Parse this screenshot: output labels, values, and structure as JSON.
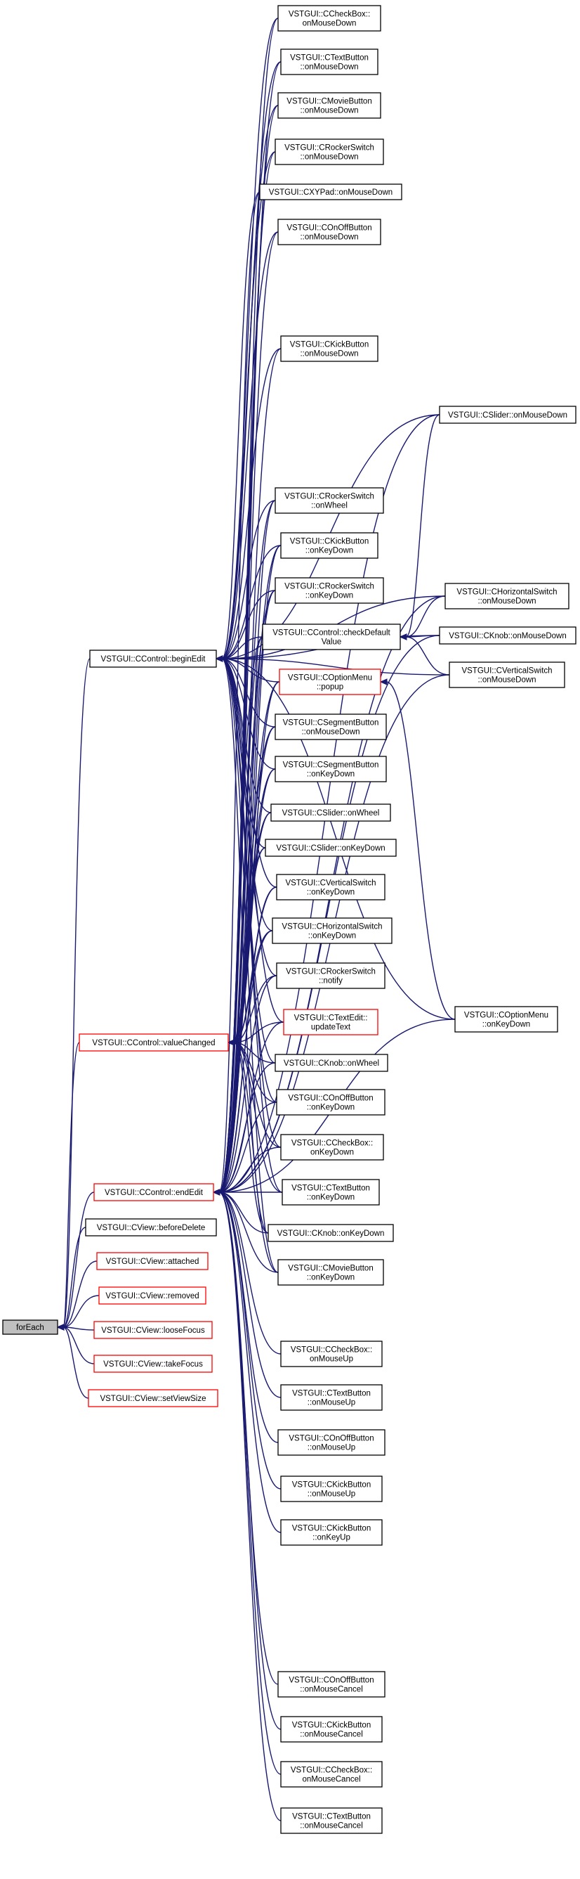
{
  "diagram": {
    "type": "call-graph",
    "edge_color": "#191970",
    "border_colors": {
      "normal": "#000000",
      "undocumented": "#ff0000"
    },
    "root_fill": "#bfbfbf",
    "nodes": [
      {
        "id": "forEach",
        "lines": [
          "forEach"
        ],
        "style": "root"
      },
      {
        "id": "beginEdit",
        "lines": [
          "VSTGUI::CControl::beginEdit"
        ],
        "style": "normal"
      },
      {
        "id": "valueChanged",
        "lines": [
          "VSTGUI::CControl::valueChanged"
        ],
        "style": "red"
      },
      {
        "id": "endEdit",
        "lines": [
          "VSTGUI::CControl::endEdit"
        ],
        "style": "red"
      },
      {
        "id": "beforeDelete",
        "lines": [
          "VSTGUI::CView::beforeDelete"
        ],
        "style": "normal"
      },
      {
        "id": "attached",
        "lines": [
          "VSTGUI::CView::attached"
        ],
        "style": "red"
      },
      {
        "id": "removed",
        "lines": [
          "VSTGUI::CView::removed"
        ],
        "style": "red"
      },
      {
        "id": "looseFocus",
        "lines": [
          "VSTGUI::CView::looseFocus"
        ],
        "style": "red"
      },
      {
        "id": "takeFocus",
        "lines": [
          "VSTGUI::CView::takeFocus"
        ],
        "style": "red"
      },
      {
        "id": "setViewSize",
        "lines": [
          "VSTGUI::CView::setViewSize"
        ],
        "style": "red"
      },
      {
        "id": "cbMD",
        "lines": [
          "VSTGUI::CCheckBox::",
          "onMouseDown"
        ],
        "style": "normal"
      },
      {
        "id": "tbMD",
        "lines": [
          "VSTGUI::CTextButton",
          "::onMouseDown"
        ],
        "style": "normal"
      },
      {
        "id": "mbMD",
        "lines": [
          "VSTGUI::CMovieButton",
          "::onMouseDown"
        ],
        "style": "normal"
      },
      {
        "id": "rsMD",
        "lines": [
          "VSTGUI::CRockerSwitch",
          "::onMouseDown"
        ],
        "style": "normal"
      },
      {
        "id": "xyMD",
        "lines": [
          "VSTGUI::CXYPad::onMouseDown"
        ],
        "style": "normal"
      },
      {
        "id": "ooMD",
        "lines": [
          "VSTGUI::COnOffButton",
          "::onMouseDown"
        ],
        "style": "normal"
      },
      {
        "id": "kbMD",
        "lines": [
          "VSTGUI::CKickButton",
          "::onMouseDown"
        ],
        "style": "normal"
      },
      {
        "id": "slMD",
        "lines": [
          "VSTGUI::CSlider::onMouseDown"
        ],
        "style": "normal"
      },
      {
        "id": "rsWh",
        "lines": [
          "VSTGUI::CRockerSwitch",
          "::onWheel"
        ],
        "style": "normal"
      },
      {
        "id": "kbKD",
        "lines": [
          "VSTGUI::CKickButton",
          "::onKeyDown"
        ],
        "style": "normal"
      },
      {
        "id": "rsKD",
        "lines": [
          "VSTGUI::CRockerSwitch",
          "::onKeyDown"
        ],
        "style": "normal"
      },
      {
        "id": "hsMD",
        "lines": [
          "VSTGUI::CHorizontalSwitch",
          "::onMouseDown"
        ],
        "style": "normal"
      },
      {
        "id": "checkDefault",
        "lines": [
          "VSTGUI::CControl::checkDefault",
          "Value"
        ],
        "style": "normal"
      },
      {
        "id": "knMD",
        "lines": [
          "VSTGUI::CKnob::onMouseDown"
        ],
        "style": "normal"
      },
      {
        "id": "omPopup",
        "lines": [
          "VSTGUI::COptionMenu",
          "::popup"
        ],
        "style": "red"
      },
      {
        "id": "vsMD",
        "lines": [
          "VSTGUI::CVerticalSwitch",
          "::onMouseDown"
        ],
        "style": "normal"
      },
      {
        "id": "sgMD",
        "lines": [
          "VSTGUI::CSegmentButton",
          "::onMouseDown"
        ],
        "style": "normal"
      },
      {
        "id": "sgKD",
        "lines": [
          "VSTGUI::CSegmentButton",
          "::onKeyDown"
        ],
        "style": "normal"
      },
      {
        "id": "slWh",
        "lines": [
          "VSTGUI::CSlider::onWheel"
        ],
        "style": "normal"
      },
      {
        "id": "slKD",
        "lines": [
          "VSTGUI::CSlider::onKeyDown"
        ],
        "style": "normal"
      },
      {
        "id": "vsKD",
        "lines": [
          "VSTGUI::CVerticalSwitch",
          "::onKeyDown"
        ],
        "style": "normal"
      },
      {
        "id": "hsKD",
        "lines": [
          "VSTGUI::CHorizontalSwitch",
          "::onKeyDown"
        ],
        "style": "normal"
      },
      {
        "id": "rsNotify",
        "lines": [
          "VSTGUI::CRockerSwitch",
          "::notify"
        ],
        "style": "normal"
      },
      {
        "id": "teUpdate",
        "lines": [
          "VSTGUI::CTextEdit::",
          "updateText"
        ],
        "style": "red"
      },
      {
        "id": "omKD",
        "lines": [
          "VSTGUI::COptionMenu",
          "::onKeyDown"
        ],
        "style": "normal"
      },
      {
        "id": "knWh",
        "lines": [
          "VSTGUI::CKnob::onWheel"
        ],
        "style": "normal"
      },
      {
        "id": "ooKD",
        "lines": [
          "VSTGUI::COnOffButton",
          "::onKeyDown"
        ],
        "style": "normal"
      },
      {
        "id": "cbKD",
        "lines": [
          "VSTGUI::CCheckBox::",
          "onKeyDown"
        ],
        "style": "normal"
      },
      {
        "id": "tbKD",
        "lines": [
          "VSTGUI::CTextButton",
          "::onKeyDown"
        ],
        "style": "normal"
      },
      {
        "id": "knKD",
        "lines": [
          "VSTGUI::CKnob::onKeyDown"
        ],
        "style": "normal"
      },
      {
        "id": "mbKD",
        "lines": [
          "VSTGUI::CMovieButton",
          "::onKeyDown"
        ],
        "style": "normal"
      },
      {
        "id": "cbMU",
        "lines": [
          "VSTGUI::CCheckBox::",
          "onMouseUp"
        ],
        "style": "normal"
      },
      {
        "id": "tbMU",
        "lines": [
          "VSTGUI::CTextButton",
          "::onMouseUp"
        ],
        "style": "normal"
      },
      {
        "id": "ooMU",
        "lines": [
          "VSTGUI::COnOffButton",
          "::onMouseUp"
        ],
        "style": "normal"
      },
      {
        "id": "kbMU",
        "lines": [
          "VSTGUI::CKickButton",
          "::onMouseUp"
        ],
        "style": "normal"
      },
      {
        "id": "kbKU",
        "lines": [
          "VSTGUI::CKickButton",
          "::onKeyUp"
        ],
        "style": "normal"
      },
      {
        "id": "ooMC",
        "lines": [
          "VSTGUI::COnOffButton",
          "::onMouseCancel"
        ],
        "style": "normal"
      },
      {
        "id": "kbMC",
        "lines": [
          "VSTGUI::CKickButton",
          "::onMouseCancel"
        ],
        "style": "normal"
      },
      {
        "id": "cbMC",
        "lines": [
          "VSTGUI::CCheckBox::",
          "onMouseCancel"
        ],
        "style": "normal"
      },
      {
        "id": "tbMC",
        "lines": [
          "VSTGUI::CTextButton",
          "::onMouseCancel"
        ],
        "style": "normal"
      }
    ],
    "edges": [
      [
        "beginEdit",
        "forEach"
      ],
      [
        "valueChanged",
        "forEach"
      ],
      [
        "endEdit",
        "forEach"
      ],
      [
        "beforeDelete",
        "forEach"
      ],
      [
        "attached",
        "forEach"
      ],
      [
        "removed",
        "forEach"
      ],
      [
        "looseFocus",
        "forEach"
      ],
      [
        "takeFocus",
        "forEach"
      ],
      [
        "setViewSize",
        "forEach"
      ],
      [
        "cbMD",
        "beginEdit"
      ],
      [
        "tbMD",
        "beginEdit"
      ],
      [
        "mbMD",
        "beginEdit"
      ],
      [
        "rsMD",
        "beginEdit"
      ],
      [
        "xyMD",
        "beginEdit"
      ],
      [
        "ooMD",
        "beginEdit"
      ],
      [
        "kbMD",
        "beginEdit"
      ],
      [
        "slMD",
        "beginEdit"
      ],
      [
        "rsWh",
        "beginEdit"
      ],
      [
        "kbKD",
        "beginEdit"
      ],
      [
        "rsKD",
        "beginEdit"
      ],
      [
        "hsMD",
        "beginEdit"
      ],
      [
        "checkDefault",
        "beginEdit"
      ],
      [
        "knMD",
        "beginEdit"
      ],
      [
        "omPopup",
        "beginEdit"
      ],
      [
        "vsMD",
        "beginEdit"
      ],
      [
        "sgMD",
        "beginEdit"
      ],
      [
        "sgKD",
        "beginEdit"
      ],
      [
        "slWh",
        "beginEdit"
      ],
      [
        "slKD",
        "beginEdit"
      ],
      [
        "vsKD",
        "beginEdit"
      ],
      [
        "hsKD",
        "beginEdit"
      ],
      [
        "rsNotify",
        "beginEdit"
      ],
      [
        "teUpdate",
        "beginEdit"
      ],
      [
        "omKD",
        "beginEdit"
      ],
      [
        "knWh",
        "beginEdit"
      ],
      [
        "ooKD",
        "beginEdit"
      ],
      [
        "cbKD",
        "beginEdit"
      ],
      [
        "tbKD",
        "beginEdit"
      ],
      [
        "knKD",
        "beginEdit"
      ],
      [
        "mbKD",
        "beginEdit"
      ],
      [
        "slMD",
        "checkDefault"
      ],
      [
        "hsMD",
        "checkDefault"
      ],
      [
        "knMD",
        "checkDefault"
      ],
      [
        "vsMD",
        "checkDefault"
      ],
      [
        "omKD",
        "omPopup"
      ],
      [
        "checkDefault",
        "valueChanged"
      ],
      [
        "omPopup",
        "valueChanged"
      ],
      [
        "sgMD",
        "valueChanged"
      ],
      [
        "sgKD",
        "valueChanged"
      ],
      [
        "slWh",
        "valueChanged"
      ],
      [
        "slKD",
        "valueChanged"
      ],
      [
        "vsKD",
        "valueChanged"
      ],
      [
        "hsKD",
        "valueChanged"
      ],
      [
        "rsNotify",
        "valueChanged"
      ],
      [
        "teUpdate",
        "valueChanged"
      ],
      [
        "knWh",
        "valueChanged"
      ],
      [
        "ooKD",
        "valueChanged"
      ],
      [
        "cbKD",
        "valueChanged"
      ],
      [
        "tbKD",
        "valueChanged"
      ],
      [
        "knKD",
        "valueChanged"
      ],
      [
        "mbKD",
        "valueChanged"
      ],
      [
        "rsWh",
        "valueChanged"
      ],
      [
        "kbKD",
        "valueChanged"
      ],
      [
        "rsKD",
        "valueChanged"
      ],
      [
        "cbMD",
        "endEdit"
      ],
      [
        "tbMD",
        "endEdit"
      ],
      [
        "mbMD",
        "endEdit"
      ],
      [
        "rsMD",
        "endEdit"
      ],
      [
        "xyMD",
        "endEdit"
      ],
      [
        "ooMD",
        "endEdit"
      ],
      [
        "kbMD",
        "endEdit"
      ],
      [
        "slMD",
        "endEdit"
      ],
      [
        "rsWh",
        "endEdit"
      ],
      [
        "kbKD",
        "endEdit"
      ],
      [
        "rsKD",
        "endEdit"
      ],
      [
        "hsMD",
        "endEdit"
      ],
      [
        "checkDefault",
        "endEdit"
      ],
      [
        "knMD",
        "endEdit"
      ],
      [
        "omPopup",
        "endEdit"
      ],
      [
        "vsMD",
        "endEdit"
      ],
      [
        "sgMD",
        "endEdit"
      ],
      [
        "sgKD",
        "endEdit"
      ],
      [
        "slWh",
        "endEdit"
      ],
      [
        "slKD",
        "endEdit"
      ],
      [
        "vsKD",
        "endEdit"
      ],
      [
        "hsKD",
        "endEdit"
      ],
      [
        "rsNotify",
        "endEdit"
      ],
      [
        "teUpdate",
        "endEdit"
      ],
      [
        "omKD",
        "endEdit"
      ],
      [
        "knWh",
        "endEdit"
      ],
      [
        "ooKD",
        "endEdit"
      ],
      [
        "cbKD",
        "endEdit"
      ],
      [
        "tbKD",
        "endEdit"
      ],
      [
        "knKD",
        "endEdit"
      ],
      [
        "mbKD",
        "endEdit"
      ],
      [
        "cbMU",
        "endEdit"
      ],
      [
        "tbMU",
        "endEdit"
      ],
      [
        "ooMU",
        "endEdit"
      ],
      [
        "kbMU",
        "endEdit"
      ],
      [
        "kbKU",
        "endEdit"
      ],
      [
        "ooMC",
        "endEdit"
      ],
      [
        "kbMC",
        "endEdit"
      ],
      [
        "cbMC",
        "endEdit"
      ],
      [
        "tbMC",
        "endEdit"
      ]
    ]
  }
}
